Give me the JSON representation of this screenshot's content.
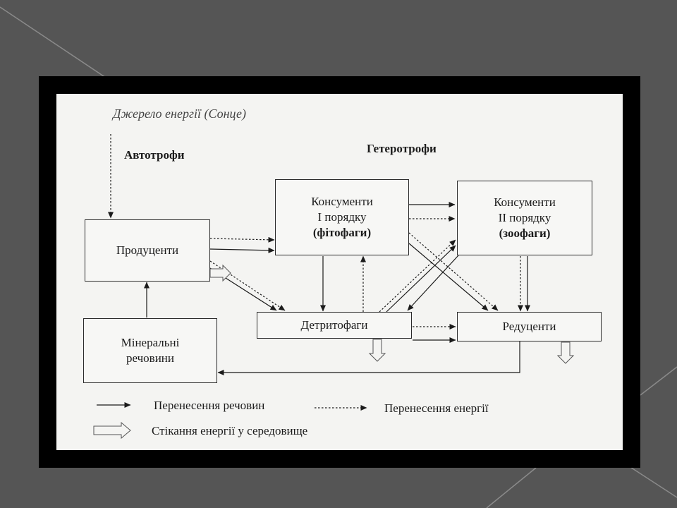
{
  "diagram": {
    "source_label": "Джерело енергії (Сонце)",
    "group_autotrophs": "Автотрофи",
    "group_heterotrophs": "Гетеротрофи",
    "nodes": {
      "producers": {
        "line1": "Продуценти"
      },
      "consumers1": {
        "line1": "Консументи",
        "line2": "І порядку",
        "line3": "(фітофаги)"
      },
      "consumers2": {
        "line1": "Консументи",
        "line2": "ІІ порядку",
        "line3": "(зоофаги)"
      },
      "detritivores": {
        "line1": "Детритофаги"
      },
      "decomposers": {
        "line1": "Редуценти"
      },
      "minerals": {
        "line1": "Мінеральні",
        "line2": "речовини"
      }
    },
    "legend": {
      "matter_transfer": "Перенесення речовин",
      "energy_transfer": "Перенесення енергії",
      "energy_dissipation": "Стікання енергії у середовище"
    }
  },
  "colors": {
    "slide_background": "#555555",
    "frame": "#000000",
    "paper": "#f4f4f2",
    "ink": "#1b1b1b"
  }
}
